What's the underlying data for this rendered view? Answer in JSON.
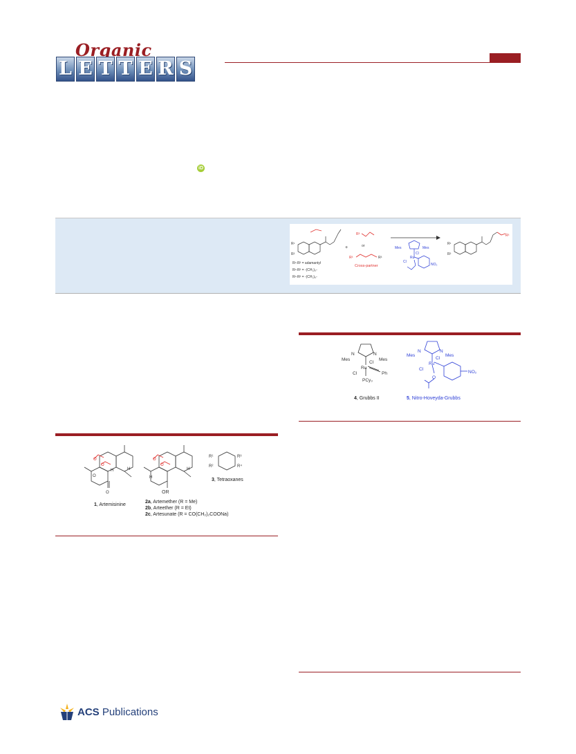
{
  "journal": {
    "script_word": "Organic",
    "tile_letters": [
      "L",
      "E",
      "T",
      "T",
      "E",
      "R",
      "S"
    ],
    "brand_color": "#9a1e23"
  },
  "orcid": {
    "icon": "orcid-icon",
    "color": "#a6ce39"
  },
  "toc_graphic": {
    "cross_partner_label": "Cross-partner",
    "or_label": "or",
    "substituent_lines": [
      "R¹-R² = adamantyl",
      "R¹-R² = -(CH₂)₅-",
      "R¹-R² = -(CH₂)₆-"
    ],
    "plus": "+",
    "r1": "R¹",
    "r2": "R²",
    "r3": "R³",
    "mes": "Mes",
    "cl": "Cl",
    "ru": "Ru",
    "no2": "NO₂",
    "background_color": "#dde9f5",
    "red": "#e0312e",
    "blue": "#2c3ed6"
  },
  "figure1": {
    "compound1_label": "1, Artemisinine",
    "compound1_num": "1",
    "compound1_name": ", Artemisinine",
    "compound2_lines": [
      {
        "num": "2a",
        "text": ", Artemether (R = Me)"
      },
      {
        "num": "2b",
        "text": ", Arteether (R = Et)"
      },
      {
        "num": "2c",
        "text": ", Artesunate (R = CO(CH₂)₂COONa)"
      }
    ],
    "or_group": "OR",
    "compound3_num": "3",
    "compound3_name": ", Tetraoxanes",
    "h": "H",
    "o": "O",
    "r1": "R¹",
    "r2": "R²",
    "r3": "R³",
    "r4": "R⁴"
  },
  "figure2": {
    "catalyst4_num": "4",
    "catalyst4_name": ", Grubbs II",
    "catalyst5_num": "5",
    "catalyst5_name": ", Nitro-Hoveyda-Grubbs",
    "mes": "Mes",
    "cl": "Cl",
    "ru": "Ru",
    "ph": "Ph",
    "pcy3": "PCy₃",
    "n": "N",
    "o": "O",
    "no2": "NO₂"
  },
  "publisher": {
    "logo_text_bold": "ACS",
    "logo_text": " Publications",
    "color": "#24407a"
  }
}
